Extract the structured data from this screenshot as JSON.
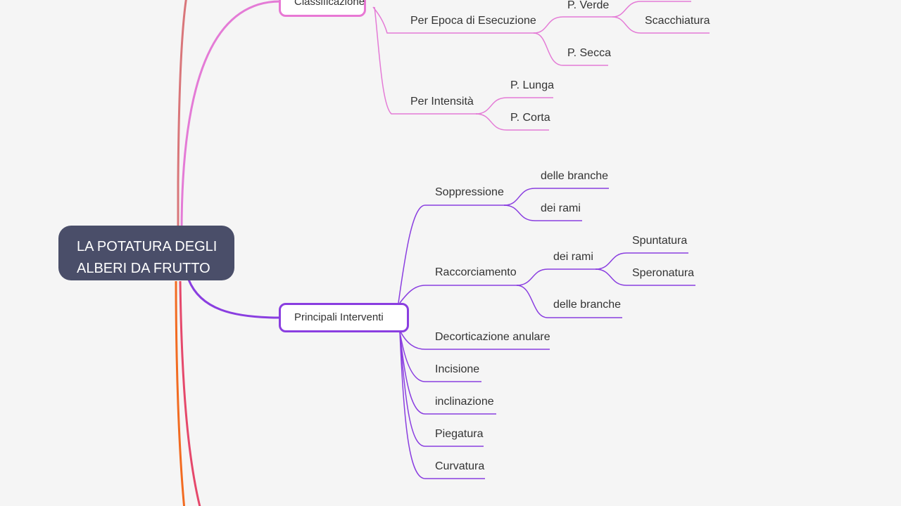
{
  "root": {
    "line1": "LA POTATURA DEGLI",
    "line2": "ALBERI DA FRUTTO"
  },
  "colors": {
    "pink": "#e47bd6",
    "purple": "#8a3ee0",
    "root_bg": "#4a4e69",
    "edge_orange": "#f26b21",
    "edge_red": "#e5486b",
    "edge_brown": "#d9767a"
  },
  "classificazione": {
    "label": "Classificazione",
    "epoca": {
      "label": "Per Epoca di Esecuzione",
      "verde": "P. Verde",
      "scacchiatura": "Scacchiatura",
      "secca": "P. Secca"
    },
    "intensita": {
      "label": "Per Intensità",
      "lunga": "P. Lunga",
      "corta": "P. Corta"
    }
  },
  "interventi": {
    "label": "Principali Interventi",
    "soppressione": {
      "label": "Soppressione",
      "branche": "delle branche",
      "rami": "dei rami"
    },
    "raccorciamento": {
      "label": "Raccorciamento",
      "rami": {
        "label": "dei rami",
        "spuntatura": "Spuntatura",
        "speronatura": "Speronatura"
      },
      "branche": "delle branche"
    },
    "decorticazione": "Decorticazione anulare",
    "incisione": "Incisione",
    "inclinazione": "inclinazione",
    "piegatura": "Piegatura",
    "curvatura": "Curvatura"
  }
}
